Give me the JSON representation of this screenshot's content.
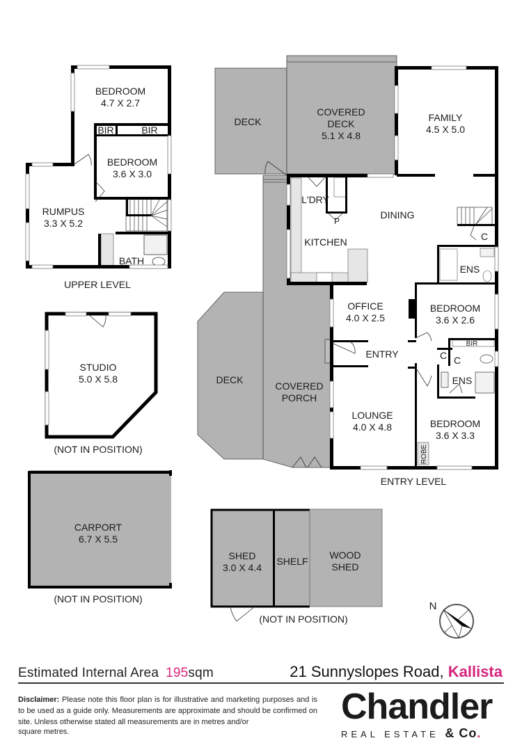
{
  "plan": {
    "upper_level": {
      "caption": "UPPER LEVEL",
      "rooms": [
        {
          "name": "BEDROOM",
          "size": "4.7 X 2.7"
        },
        {
          "name": "BIR"
        },
        {
          "name": "BIR"
        },
        {
          "name": "BEDROOM",
          "size": "3.6 X 3.0"
        },
        {
          "name": "RUMPUS",
          "size": "3.3 X 5.2"
        },
        {
          "name": "BATH"
        }
      ]
    },
    "entry_level": {
      "caption": "ENTRY LEVEL",
      "rooms": [
        {
          "name": "DECK"
        },
        {
          "name": "COVERED",
          "name2": "DECK",
          "size": "5.1 X 4.8"
        },
        {
          "name": "FAMILY",
          "size": "4.5 X 5.0"
        },
        {
          "name": "L'DRY"
        },
        {
          "name": "P"
        },
        {
          "name": "DINING"
        },
        {
          "name": "KITCHEN"
        },
        {
          "name": "C"
        },
        {
          "name": "ENS"
        },
        {
          "name": "OFFICE",
          "size": "4.0 X 2.5"
        },
        {
          "name": "BEDROOM",
          "size": "3.6 X 2.6"
        },
        {
          "name": "BIR"
        },
        {
          "name": "ENTRY"
        },
        {
          "name": "C"
        },
        {
          "name": "C"
        },
        {
          "name": "ENS"
        },
        {
          "name": "DECK"
        },
        {
          "name": "COVERED",
          "name2": "PORCH"
        },
        {
          "name": "LOUNGE",
          "size": "4.0 X 4.8"
        },
        {
          "name": "BEDROOM",
          "size": "3.6 X 3.3"
        },
        {
          "name": "ROBE"
        }
      ]
    },
    "studio": {
      "name": "STUDIO",
      "size": "5.0 X 5.8",
      "caption": "(NOT IN POSITION)"
    },
    "carport": {
      "name": "CARPORT",
      "size": "6.7 X 5.5",
      "caption": "(NOT IN POSITION)"
    },
    "sheds": {
      "rooms": [
        {
          "name": "SHED",
          "size": "3.0 X 4.4"
        },
        {
          "name": "SHELF"
        },
        {
          "name": "WOOD",
          "name2": "SHED"
        }
      ],
      "caption": "(NOT IN POSITION)"
    },
    "compass": {
      "label": "N",
      "icon": "north-arrow-icon"
    },
    "colors": {
      "wall": "#000000",
      "outdoor_fill": "#b3b3b3",
      "fixture_fill": "#e6e6e6",
      "window": "#ffffff"
    }
  },
  "footer": {
    "area_label": "Estimated Internal Area",
    "area_value": "195",
    "area_unit": "sqm",
    "address_street": "21 Sunnyslopes Road,",
    "address_suburb": "Kallista",
    "disclaimer_title": "Disclaimer:",
    "disclaimer_text": "Please note this floor plan is for illustrative and marketing purposes and is to be used as a guide only. Measurements are approximate and should be confirmed on site.  Unless otherwise stated all measurements are in metres and/or",
    "disclaimer_last": "square metres.",
    "brand_name": "Chandler",
    "brand_sub": "REAL ESTATE",
    "brand_co": "& Co",
    "brand_dot": ".",
    "accent_color": "#d6247c"
  }
}
